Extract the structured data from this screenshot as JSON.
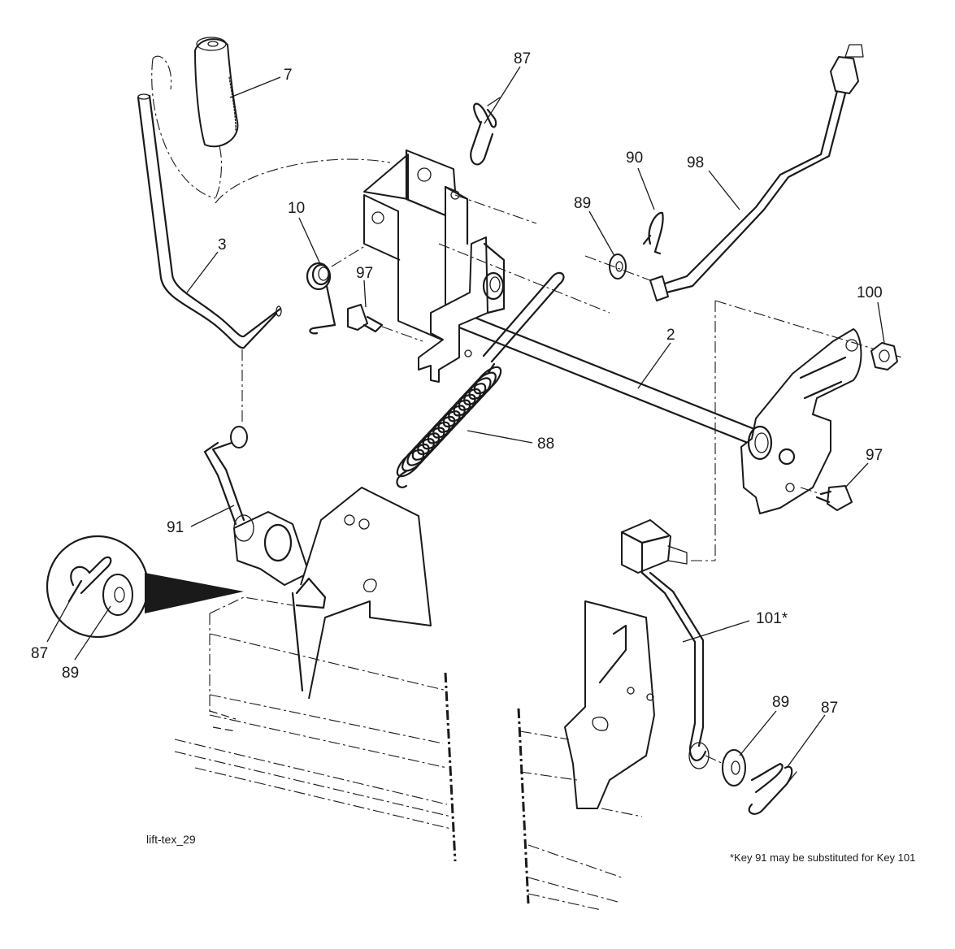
{
  "callouts": {
    "c7": "7",
    "c87_top": "87",
    "c90": "90",
    "c98": "98",
    "c89_top": "89",
    "c10": "10",
    "c3": "3",
    "c97_left": "97",
    "c100": "100",
    "c2": "2",
    "c97_right": "97",
    "c88": "88",
    "c91": "91",
    "c101": "101*",
    "c87_inset": "87",
    "c89_inset": "89",
    "c89_bottom": "89",
    "c87_bottom": "87"
  },
  "figure_id": "lift-tex_29",
  "footnote": "*Key 91 may be substituted for Key 101"
}
